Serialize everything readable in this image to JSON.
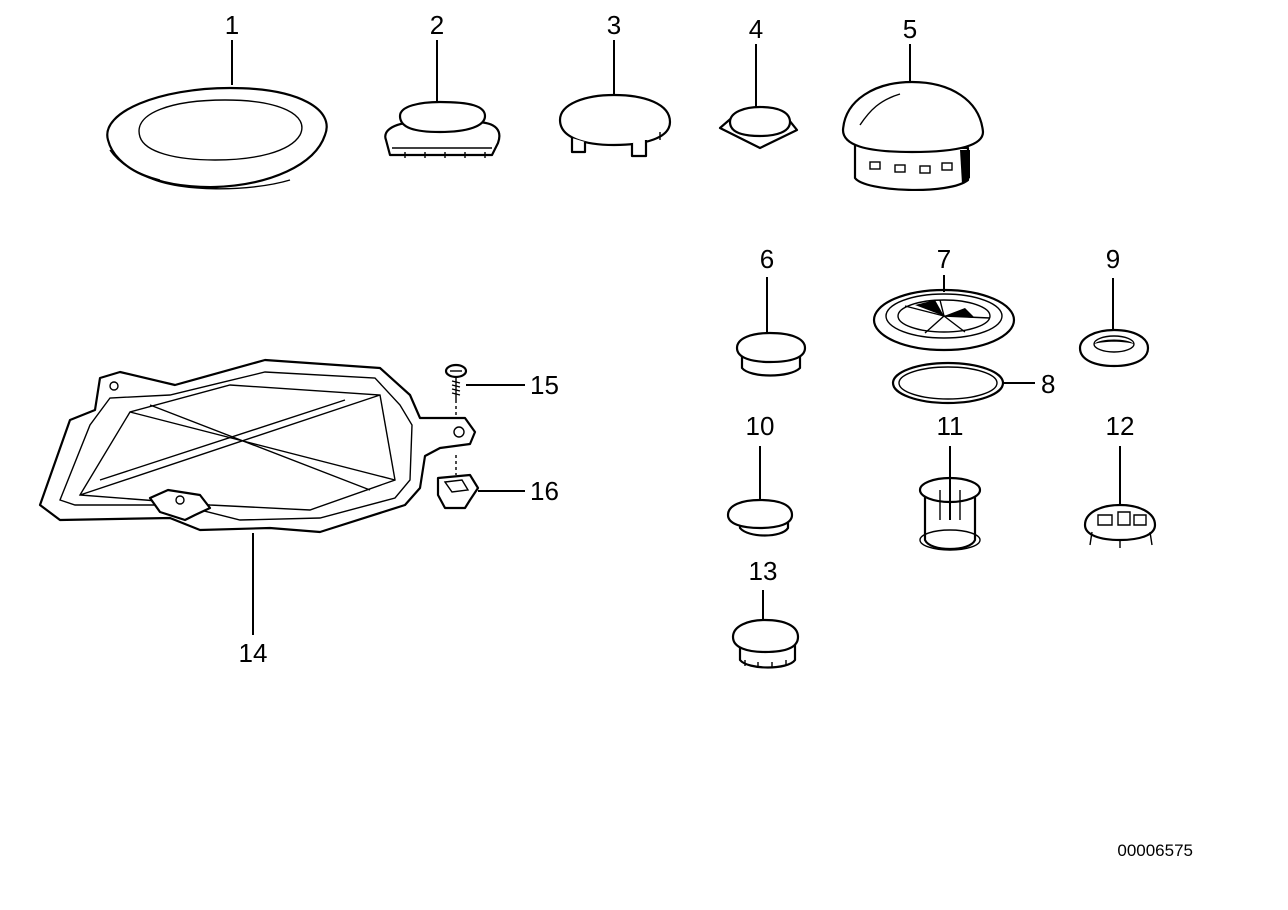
{
  "diagram": {
    "reference_number": "00006575",
    "callouts": [
      "1",
      "2",
      "3",
      "4",
      "5",
      "6",
      "7",
      "8",
      "9",
      "10",
      "11",
      "12",
      "13",
      "14",
      "15",
      "16"
    ]
  }
}
